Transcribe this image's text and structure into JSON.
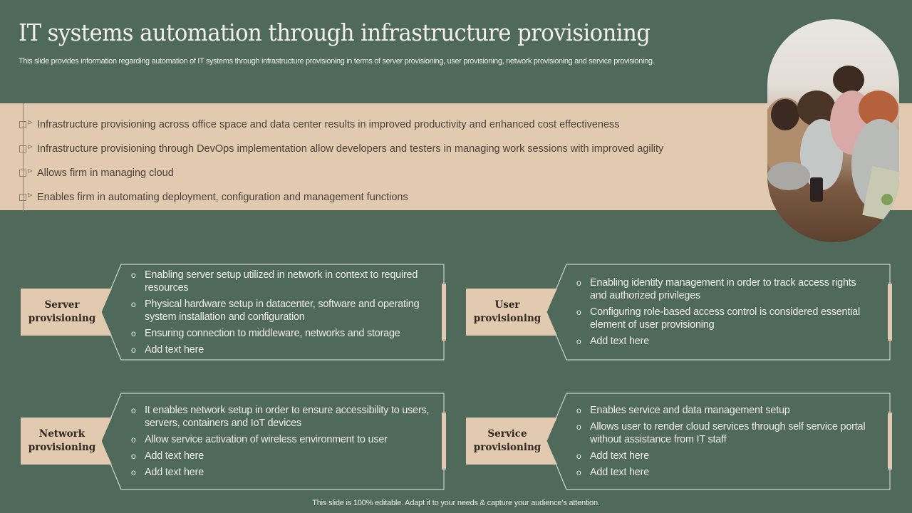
{
  "slide": {
    "title": "IT systems automation through infrastructure provisioning",
    "subtitle": "This slide provides information regarding automation of IT systems through infrastructure provisioning in terms of server provisioning, user provisioning, network provisioning and service provisioning.",
    "footer": "This slide is 100% editable. Adapt it to your needs & capture your audience’s attention."
  },
  "colors": {
    "background": "#4f695b",
    "accent_beige": "#e2cab0",
    "dark_text": "#4a4039",
    "outline": "#c9d3cc"
  },
  "highlights": {
    "bullet_icon": "checkbox-arrow-icon",
    "items": [
      "Infrastructure provisioning across office space and data center results in improved productivity and enhanced cost effectiveness",
      "Infrastructure provisioning through DevOps implementation allow developers and testers in managing work sessions with improved agility",
      "Allows firm in managing cloud",
      "Enables firm in automating deployment, configuration and management functions"
    ]
  },
  "photo": {
    "description": "team-collaborating-at-laptop-photo"
  },
  "cards": [
    {
      "label_line1": "Server",
      "label_line2": "provisioning",
      "items": [
        "Enabling server setup utilized in network in context to required resources",
        "Physical hardware setup in datacenter, software and operating system installation and configuration",
        "Ensuring connection to middleware, networks and storage",
        "Add text here"
      ]
    },
    {
      "label_line1": "User",
      "label_line2": "provisioning",
      "items": [
        "Enabling identity management in order to track access rights and authorized privileges",
        "Configuring role-based access control is considered essential element of user provisioning",
        "Add text here"
      ]
    },
    {
      "label_line1": "Network",
      "label_line2": "provisioning",
      "items": [
        "It enables network setup in order to ensure accessibility to users, servers, containers and IoT devices",
        "Allow service activation of wireless environment to user",
        "Add text here",
        "Add text here"
      ]
    },
    {
      "label_line1": "Service",
      "label_line2": "provisioning",
      "items": [
        "Enables service and data management setup",
        "Allows user to render cloud services through self service portal without assistance from IT staff",
        "Add text here",
        "Add text here"
      ]
    }
  ]
}
